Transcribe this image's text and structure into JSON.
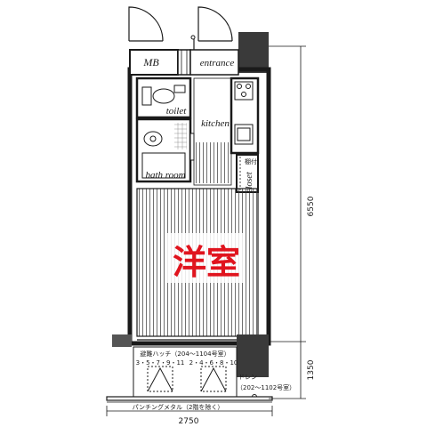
{
  "labels": {
    "mb": "MB",
    "entrance": "entrance",
    "toilet": "toilet",
    "kitchen": "kitchen",
    "bath_room": "bath room",
    "closet": "closet",
    "closet_note": "棚付",
    "room": "洋室"
  },
  "balcony": {
    "hatch_title": "避難ハッチ（204～1104号室）",
    "hatch_units_a": "3・5・7・9・11",
    "hatch_units_b": "2・4・6・8・10",
    "drain_title": "ドレン",
    "drain_units": "（202～1102号室）",
    "railing": "パンチングメタル（2階を除く）"
  },
  "dimensions": {
    "height_main": "6550",
    "height_balcony": "1350",
    "width": "2750"
  },
  "colors": {
    "room_label": "#e0141e",
    "line": "#1a1a1a",
    "wall_fill": "#555555",
    "column_fill": "#3a3a3a"
  }
}
